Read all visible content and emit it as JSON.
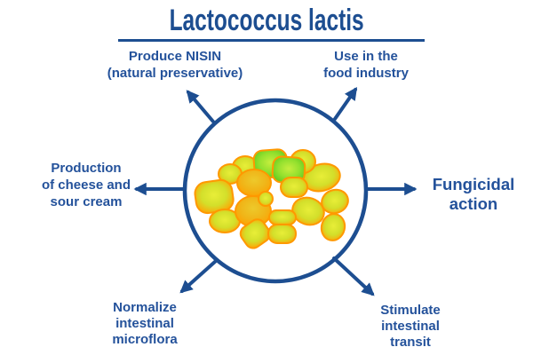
{
  "title": "Lactococcus lactis",
  "labels": {
    "produce_nisin": "Produce NISIN\n(natural preservative)",
    "food_industry": "Use in the\nfood industry",
    "cheese_sour_cream": "Production\nof cheese and\nsour cream",
    "fungicidal_action": "Fungicidal\naction",
    "normalize_microflora": "Normalize\nintestinal\nmicroflora",
    "stimulate_transit": "Stimulate\nintestinal\ntransit"
  },
  "colors": {
    "accent_blue": "#1D4E91",
    "label_blue": "#24529B",
    "bacteria_orange": "#FF9800",
    "bacteria_yellow_green": "#D3DF2B",
    "bacteria_green": "#7FD629",
    "background": "#FFFFFF"
  }
}
